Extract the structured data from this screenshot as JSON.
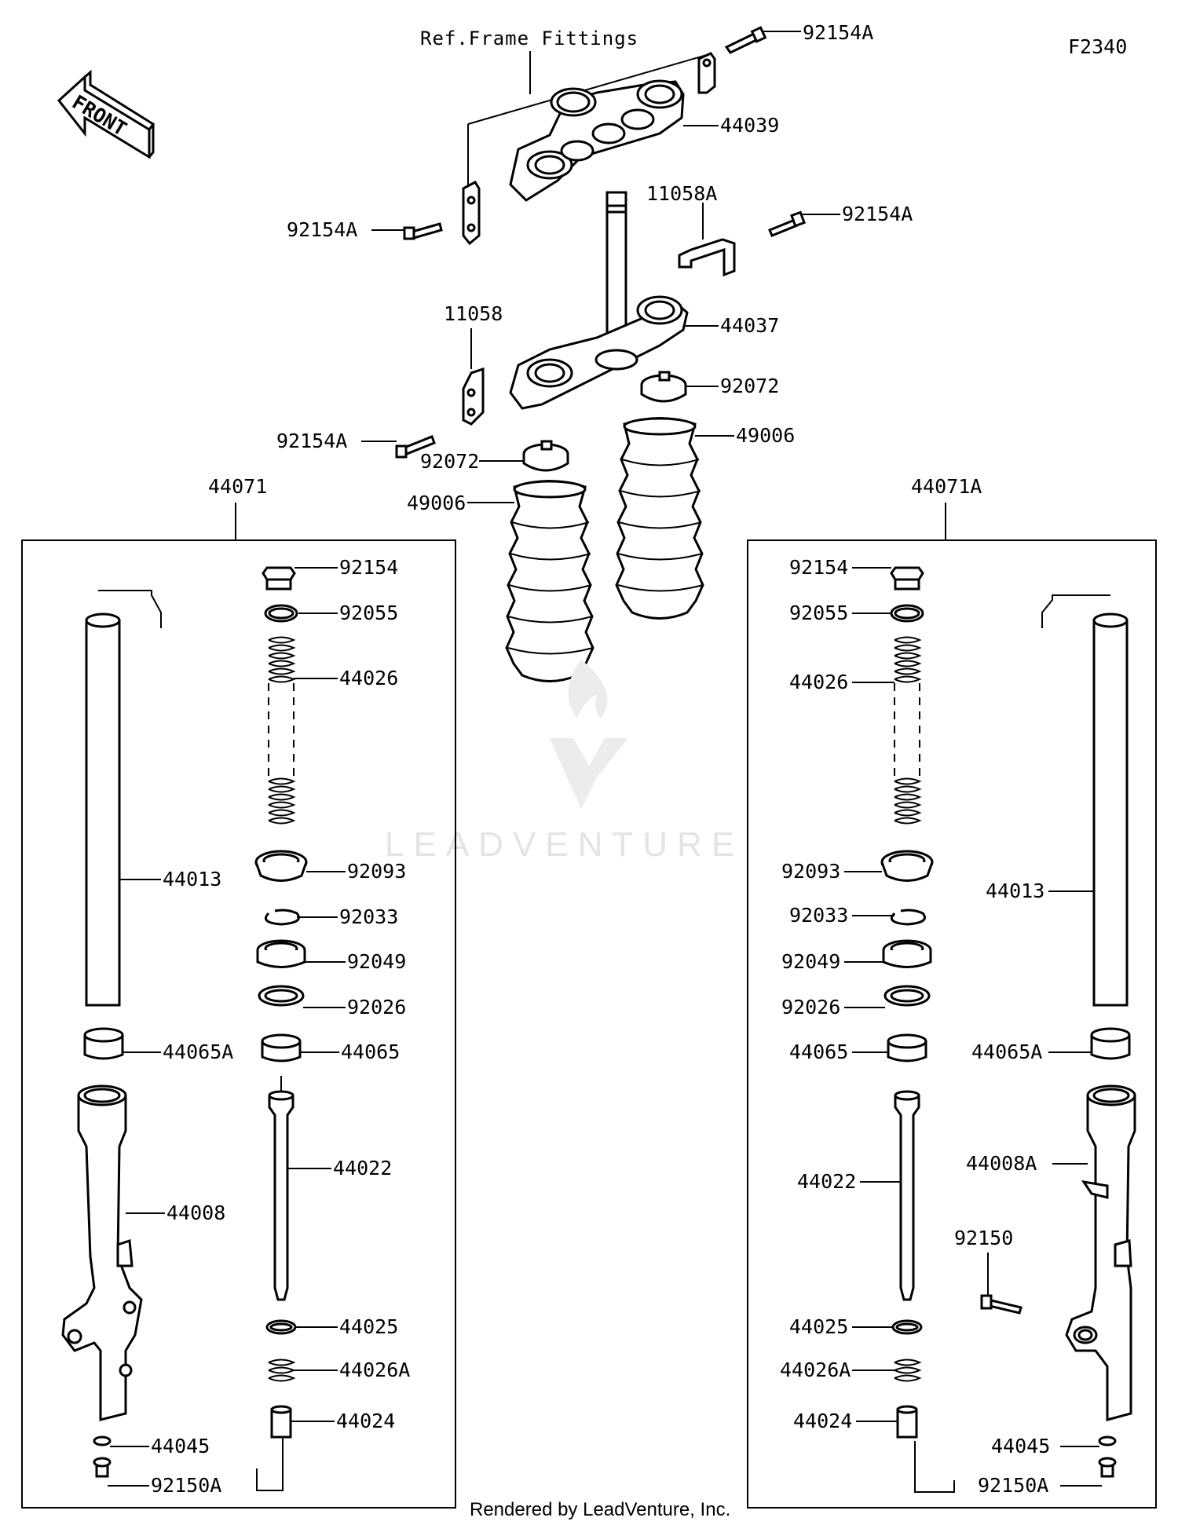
{
  "diagram": {
    "code": "F2340",
    "front_label": "FRONT",
    "ref_frame_label": "Ref.Frame Fittings",
    "watermark": "LEADVENTURE",
    "footer": "Rendered by LeadVenture, Inc.",
    "labels": {
      "top_bolt_right": "92154A",
      "upper_bracket": "44039",
      "top_bolt_left": "92154A",
      "stem_bolt_right": "92154A",
      "bracket_right": "11058A",
      "lower_bracket": "44037",
      "bracket_left": "11058",
      "clamp_right": "92072",
      "stem_bolt_left": "92154A",
      "boot_right": "49006",
      "clamp_left": "92072",
      "boot_left": "49006",
      "fork_left": "44071",
      "fork_right": "44071A"
    },
    "left_fork_labels": {
      "cap_bolt": "92154",
      "o_ring": "92055",
      "spring": "44026",
      "inner_tube": "44013",
      "dust_seal": "92093",
      "stop_ring": "92033",
      "oil_seal": "92049",
      "washer": "92026",
      "bushing_upper": "44065",
      "bushing_lower": "44065A",
      "cylinder": "44022",
      "outer_tube": "44008",
      "piston_ring": "44025",
      "rebound_spring": "44026A",
      "oil_lock": "44024",
      "gasket": "44045",
      "bottom_bolt": "92150A"
    },
    "right_fork_labels": {
      "cap_bolt": "92154",
      "o_ring": "92055",
      "spring": "44026",
      "inner_tube": "44013",
      "dust_seal": "92093",
      "stop_ring": "92033",
      "oil_seal": "92049",
      "washer": "92026",
      "bushing_upper": "44065",
      "bushing_lower": "44065A",
      "cylinder": "44022",
      "outer_tube": "44008A",
      "caliper_bolt": "92150",
      "piston_ring": "44025",
      "rebound_spring": "44026A",
      "oil_lock": "44024",
      "gasket": "44045",
      "bottom_bolt": "92150A"
    }
  }
}
